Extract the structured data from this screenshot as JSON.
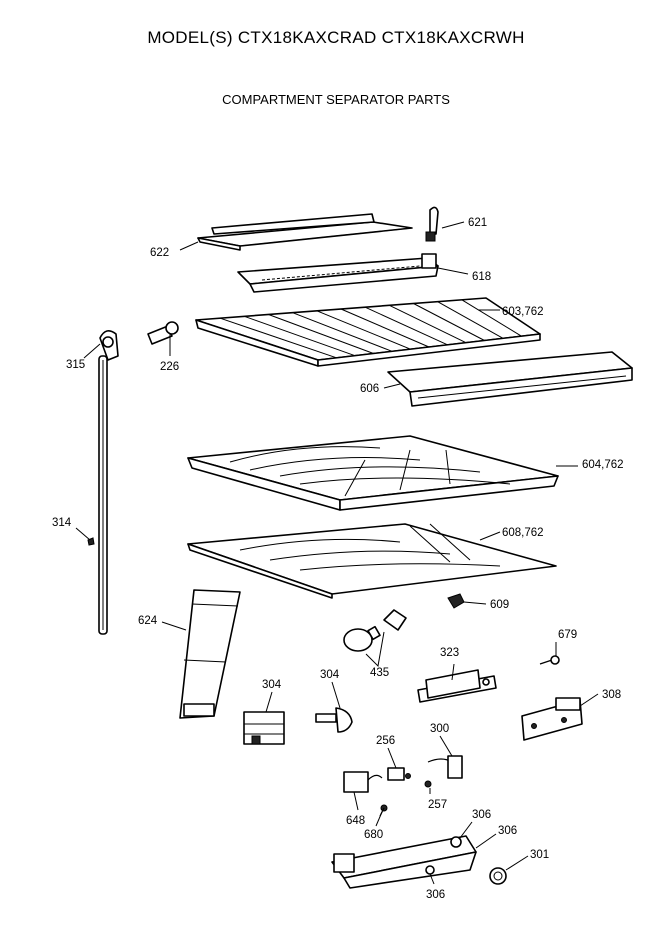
{
  "header": {
    "model_line": "MODEL(S) CTX18KAXCRAD  CTX18KAXCRWH",
    "section_title": "COMPARTMENT SEPARATOR PARTS"
  },
  "callouts": {
    "p621": "621",
    "p622": "622",
    "p618": "618",
    "p315": "315",
    "p226": "226",
    "p603_762": "603,762",
    "p606": "606",
    "p604_762": "604,762",
    "p314": "314",
    "p608_762": "608,762",
    "p609": "609",
    "p624": "624",
    "p679": "679",
    "p323": "323",
    "p304a": "304",
    "p304b": "304",
    "p435": "435",
    "p308": "308",
    "p256": "256",
    "p300": "300",
    "p257": "257",
    "p648": "648",
    "p680": "680",
    "p306a": "306",
    "p306b": "306",
    "p306c": "306",
    "p301": "301"
  }
}
